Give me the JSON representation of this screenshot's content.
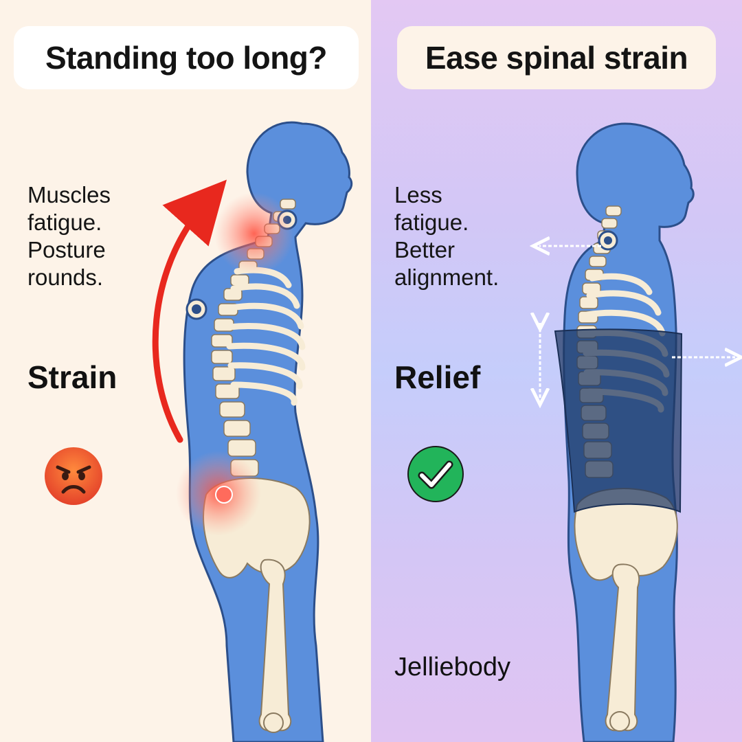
{
  "left": {
    "title": "Standing too long?",
    "description": [
      "Muscles",
      "fatigue.",
      "Posture",
      "rounds."
    ],
    "state": "Strain",
    "emoji_icon": "angry-face-icon",
    "arrow_color": "#e8281e",
    "pain_color": "#ff5a4a"
  },
  "right": {
    "title": "Ease spinal strain",
    "description": [
      "Less",
      "fatigue.",
      "Better",
      "alignment."
    ],
    "state": "Relief",
    "emoji_icon": "check-mark-icon",
    "check_color": "#22b45a",
    "brand": "Jelliebody"
  },
  "colors": {
    "body_blue": "#5b8fdc",
    "body_outline": "#2c4f8a",
    "bone": "#f7ecd6",
    "brace": "#1f3863"
  }
}
